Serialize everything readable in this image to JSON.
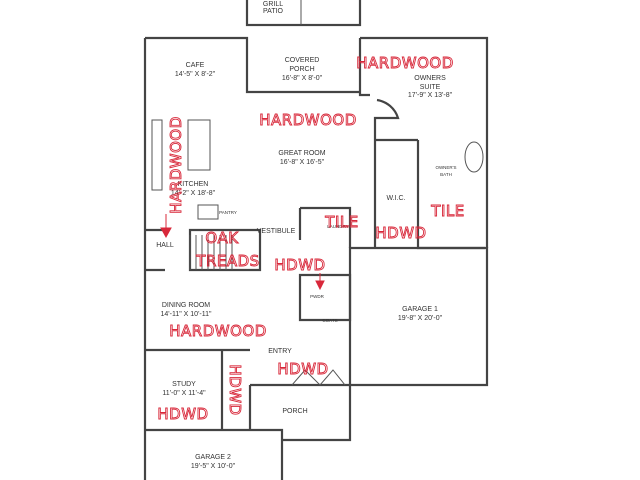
{
  "plan": {
    "rooms": {
      "grill_patio": [
        "GRILL",
        "PATIO"
      ],
      "cafe": {
        "name": "CAFE",
        "size": "14'-5\" X 8'-2\""
      },
      "covered_porch": {
        "name": [
          "COVERED",
          "PORCH"
        ],
        "size": "16'-8\" X 8'-0\""
      },
      "owners_suite": {
        "name": [
          "OWNERS",
          "SUITE"
        ],
        "size": "17'-9\" X 13'-8\""
      },
      "great_room": {
        "name": "GREAT ROOM",
        "size": "16'-8\" X 16'-5\""
      },
      "kitchen": {
        "name": "KITCHEN",
        "size": "14'-2\" X 18'-8\""
      },
      "wic": "W.I.C.",
      "owners_bath": [
        "OWNER'S",
        "BATH"
      ],
      "vestibule": "VESTIBULE",
      "laundry": "LAUNDRY",
      "pantry": "PANTRY",
      "hall": "HALL",
      "pwdr": "PWDR",
      "coats": "COATS",
      "dining_room": {
        "name": "DINING ROOM",
        "size": "14'-11\" X 10'-11\""
      },
      "garage1": {
        "name": "GARAGE 1",
        "size": "19'-8\" X 20'-0\""
      },
      "entry": "ENTRY",
      "study": {
        "name": "STUDY",
        "size": "11'-0\" X 11'-4\""
      },
      "porch": "PORCH",
      "garage2": {
        "name": "GARAGE 2",
        "size": "19'-5\" X 10'-0\""
      }
    },
    "annotations": {
      "owners_suite": "HARDWOOD",
      "great_room": "HARDWOOD",
      "kitchen": "HARDWOOD",
      "laundry": "TILE",
      "bath": "TILE",
      "wic": "HDWD",
      "stairs_1": "OAK",
      "stairs_2": "TREADS",
      "hall_to_pwdr": "HDWD",
      "dining": "HARDWOOD",
      "entry": "HDWD",
      "study_hall": "HDWD",
      "study": "HDWD"
    },
    "annotation_color": "#d8283a"
  }
}
